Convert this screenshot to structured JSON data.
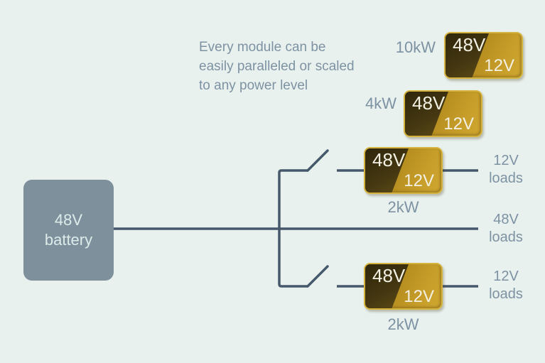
{
  "colors": {
    "background": "#e9f1ef",
    "wire": "#46596b",
    "label": "#7d92a2",
    "battery_fill": "#7e909c",
    "battery_text": "#ddecea",
    "module_border": "#d4b33e",
    "module_gold": "#c79e29",
    "module_dark": "#3a2f0e",
    "module_text": "#f2efe3"
  },
  "note": {
    "lines": [
      "Every module can be",
      "easily paralleled or scaled",
      "to any power level"
    ]
  },
  "battery": {
    "lines": [
      "48V",
      "battery"
    ]
  },
  "modules": [
    {
      "power_label": "10kW",
      "input_label": "48V",
      "output_label": "12V"
    },
    {
      "power_label": "4kW",
      "input_label": "48V",
      "output_label": "12V"
    },
    {
      "power_label": "2kW",
      "input_label": "48V",
      "output_label": "12V"
    },
    {
      "power_label": "2kW",
      "input_label": "48V",
      "output_label": "12V"
    }
  ],
  "loads": [
    {
      "lines": [
        "12V",
        "loads"
      ]
    },
    {
      "lines": [
        "48V",
        "loads"
      ]
    },
    {
      "lines": [
        "12V",
        "loads"
      ]
    }
  ]
}
